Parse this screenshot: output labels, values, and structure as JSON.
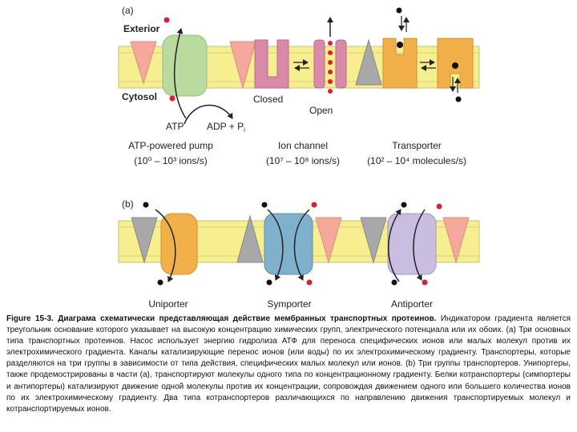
{
  "panel_a": {
    "tag": "(a)",
    "exterior": "Exterior",
    "cytosol": "Cytosol",
    "closed": "Closed",
    "open": "Open",
    "atp": "ATP",
    "adp": "ADP + P",
    "adp_sub": "i",
    "pump_title": "ATP-powered pump",
    "pump_rate": "(10⁰ – 10³ ions/s)",
    "channel_title": "Ion channel",
    "channel_rate": "(10⁷ – 10⁸ ions/s)",
    "transporter_title": "Transporter",
    "transporter_rate": "(10² – 10⁴ molecules/s)"
  },
  "panel_b": {
    "tag": "(b)",
    "uniporter": "Uniporter",
    "symporter": "Symporter",
    "antiporter": "Antiporter"
  },
  "caption": {
    "title": "Figure 15-3. Диаграма схематически представляющая действие мембранных транспортных протеинов.",
    "body": " Индикатором градиента является треугольник основание которого указывает на высокую концентрацию химических групп, электрического потенциала или их обоих. (а) Три основных типа транспортных протеинов. Насос использует энергию гидролиза АТФ для переноса специфических ионов или малых молекул против их электрохимического градиента. Каналы катализирующие перенос ионов (или воды) по их электрохимическому градиенту. Транспортеры, которые разделяются на три группы в зависимости от типа действия, специфических малых молекул или ионов. (b) Три группы транспортеров. Унипортеры, также продемострированы в части (а), транспортируют молекулы одного типа по концентрационному градиенту. Белки котранспортеры (симпортеры и антипортеры) катализируют движение одной молекулы против их концентрации, сопровождая движением одного или большего количества ионов по их электрохимическому градиенту. Два типа котранспортеров различающихся по направлению движения транспортируемых молекул и котранспортируемых ионов."
  },
  "colors": {
    "membrane": "#f7ee8f",
    "membrane_edge": "#c9c27a",
    "pump": "#b9dba0",
    "channel": "#d98aa8",
    "transporter": "#f2b04a",
    "symporter": "#7fb0cc",
    "antiporter": "#c9bde0",
    "gradient_pink": "#f4a99c",
    "gradient_gray": "#a8a8a8",
    "ion_red": "#d8203a",
    "molecule_black": "#111111"
  }
}
